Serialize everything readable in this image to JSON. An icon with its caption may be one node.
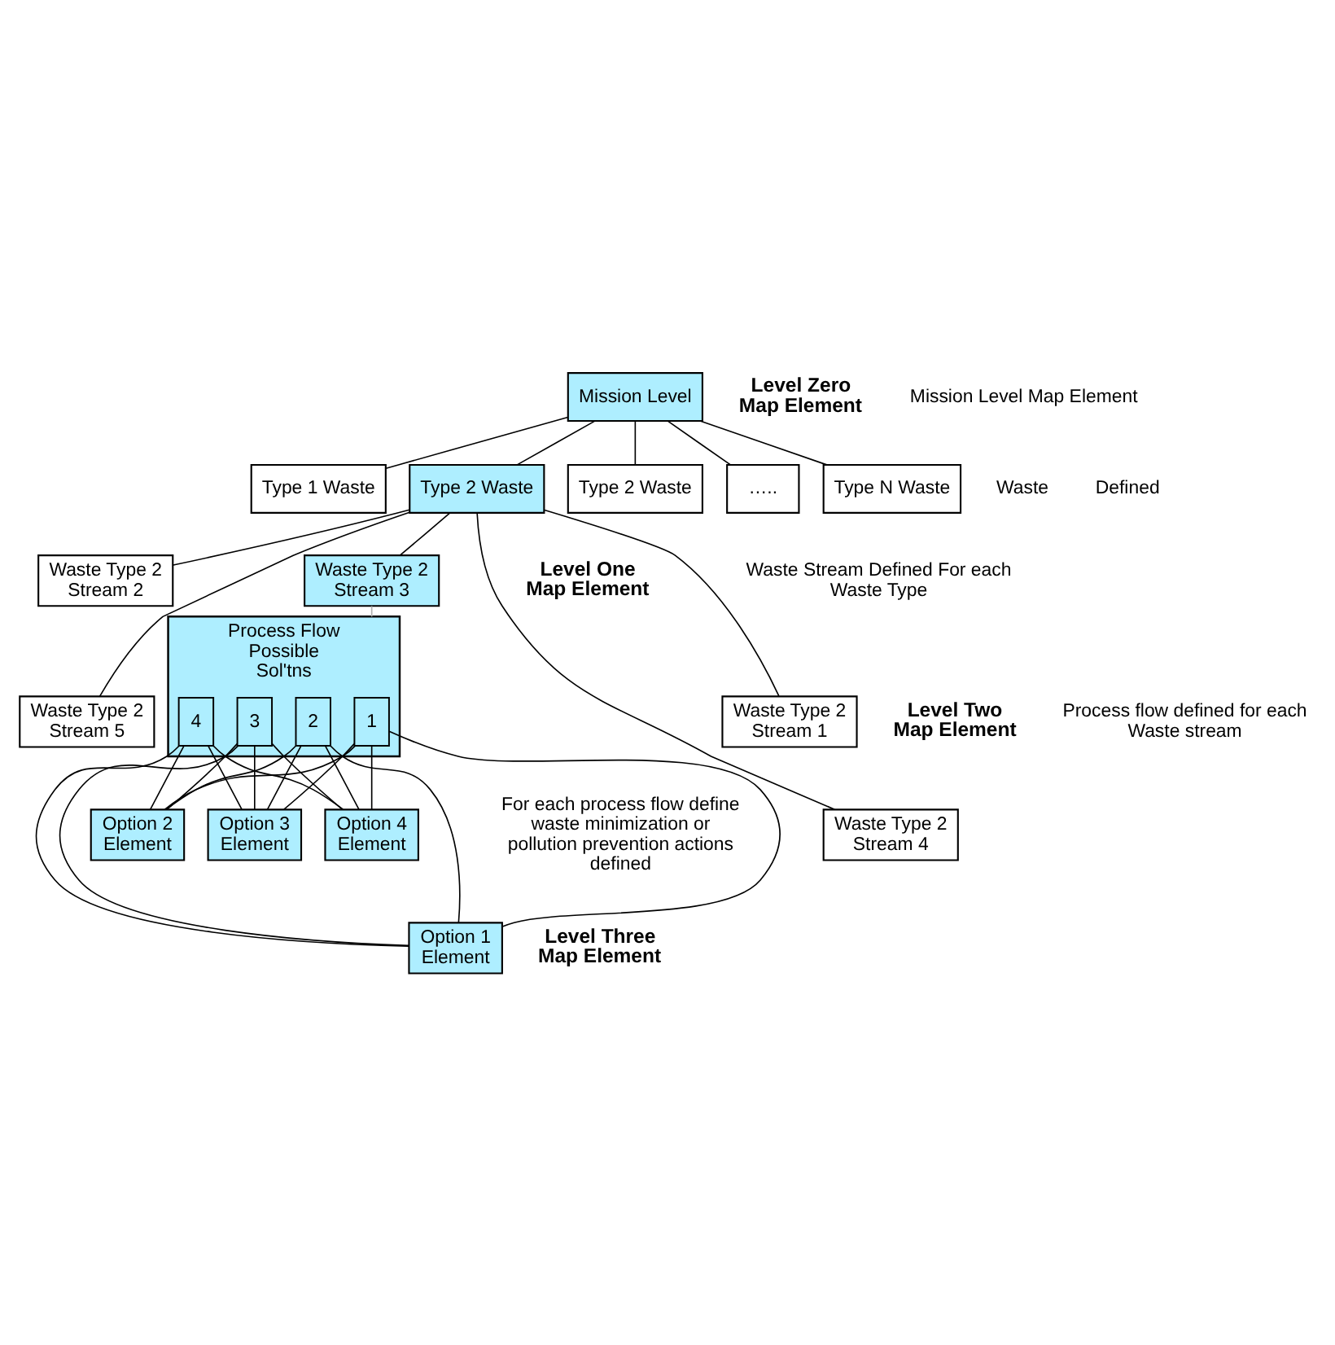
{
  "diagram": {
    "nodes": [
      {
        "text": [
          "Mission Level"
        ]
      },
      {
        "text": [
          "Type 1 Waste"
        ]
      },
      {
        "text": [
          "Type 2 Waste"
        ]
      },
      {
        "text": [
          "Type 2 Waste"
        ]
      },
      {
        "text": [
          "….."
        ]
      },
      {
        "text": [
          "Type N Waste"
        ]
      },
      {
        "text": [
          "Waste Type 2 Stream 1"
        ]
      },
      {
        "text": [
          "Waste Type 2 Stream 2"
        ]
      },
      {
        "text": [
          "Waste Type 2 Stream 3"
        ]
      },
      {
        "text": [
          "Waste Type 2 Stream 4"
        ]
      },
      {
        "text": [
          "Waste Type 2 Stream 5"
        ]
      },
      {
        "text": [
          "Process Flow",
          "Possible Sol'tns"
        ]
      },
      {
        "text": [
          "1"
        ],
        "in": 11
      },
      {
        "text": [
          "2"
        ],
        "in": 11
      },
      {
        "text": [
          "3"
        ],
        "in": 11
      },
      {
        "text": [
          "4"
        ],
        "in": 11
      },
      {
        "text": [
          "Option 1 Element"
        ]
      },
      {
        "text": [
          "Option 2 Element"
        ]
      },
      {
        "text": [
          "Option 3 Element"
        ]
      },
      {
        "text": [
          "Option 4 Element"
        ]
      }
    ],
    "edges": [
      {
        "from": 0,
        "to": 1,
        "arrow": "none"
      },
      {
        "from": 0,
        "to": 2,
        "arrow": "none"
      },
      {
        "from": 0,
        "to": 3,
        "arrow": "none"
      },
      {
        "from": 0,
        "to": 4,
        "arrow": "none"
      },
      {
        "from": 0,
        "to": 5,
        "arrow": "none"
      },
      {
        "from": 2,
        "to": 6,
        "arrow": "none"
      },
      {
        "from": 2,
        "to": 7,
        "arrow": "none"
      },
      {
        "from": 2,
        "to": 8,
        "arrow": "none"
      },
      {
        "from": 2,
        "to": 9,
        "arrow": "none"
      },
      {
        "from": 2,
        "to": 10,
        "arrow": "none"
      },
      {
        "from": 8,
        "to": 11,
        "arrow": "none",
        "color": "#b0b0b0"
      },
      {
        "from": 12,
        "to": 16,
        "arrow": "none"
      },
      {
        "from": 12,
        "to": 17,
        "arrow": "none"
      },
      {
        "from": 12,
        "to": 18,
        "arrow": "none"
      },
      {
        "from": 12,
        "to": 19,
        "arrow": "none"
      },
      {
        "from": 13,
        "to": 16,
        "arrow": "none"
      },
      {
        "from": 13,
        "to": 17,
        "arrow": "none"
      },
      {
        "from": 13,
        "to": 18,
        "arrow": "none"
      },
      {
        "from": 13,
        "to": 19,
        "arrow": "none"
      },
      {
        "from": 14,
        "to": 16,
        "arrow": "none"
      },
      {
        "from": 14,
        "to": 17,
        "arrow": "none"
      },
      {
        "from": 14,
        "to": 18,
        "arrow": "none"
      },
      {
        "from": 14,
        "to": 19,
        "arrow": "none"
      },
      {
        "from": 15,
        "to": 16,
        "arrow": "none"
      },
      {
        "from": 15,
        "to": 17,
        "arrow": "none"
      },
      {
        "from": 15,
        "to": 18,
        "arrow": "none"
      },
      {
        "from": 15,
        "to": 19,
        "arrow": "none"
      }
    ],
    "labels": [
      "Level Zero Map Element",
      "Mission Level Map Element",
      "Waste",
      "Defined",
      "Level One Map Element",
      "Waste Stream Defined For each Waste Type",
      "Level Two Map Element",
      "Process flow defined for each Waste stream",
      "For each process flow define waste minimization or pollution prevention actions defined",
      "Level Three Map Element"
    ]
  }
}
